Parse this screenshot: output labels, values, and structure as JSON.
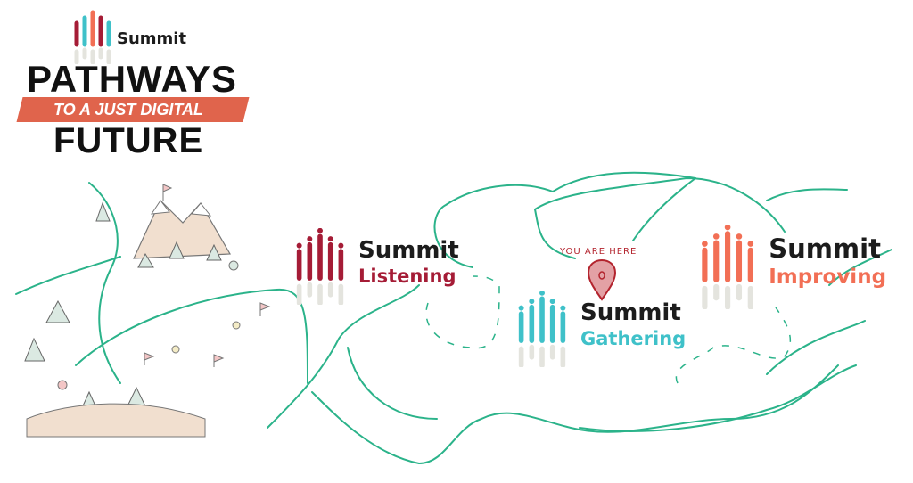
{
  "header": {
    "brand": "Summit",
    "title_line1": "PATHWAYS",
    "banner": "TO A JUST DIGITAL",
    "title_line2": "FUTURE"
  },
  "stages": [
    {
      "brand": "Summit",
      "name": "Listening",
      "color": "#a51c36"
    },
    {
      "brand": "Summit",
      "name": "Gathering",
      "color": "#3fc1c9"
    },
    {
      "brand": "Summit",
      "name": "Improving",
      "color": "#f26f55"
    }
  ],
  "marker": {
    "label": "YOU ARE HERE",
    "pin_color": "#b3242e"
  },
  "colors": {
    "path": "#2bb38a",
    "banner": "#e0644c",
    "text": "#1c1c1c"
  }
}
